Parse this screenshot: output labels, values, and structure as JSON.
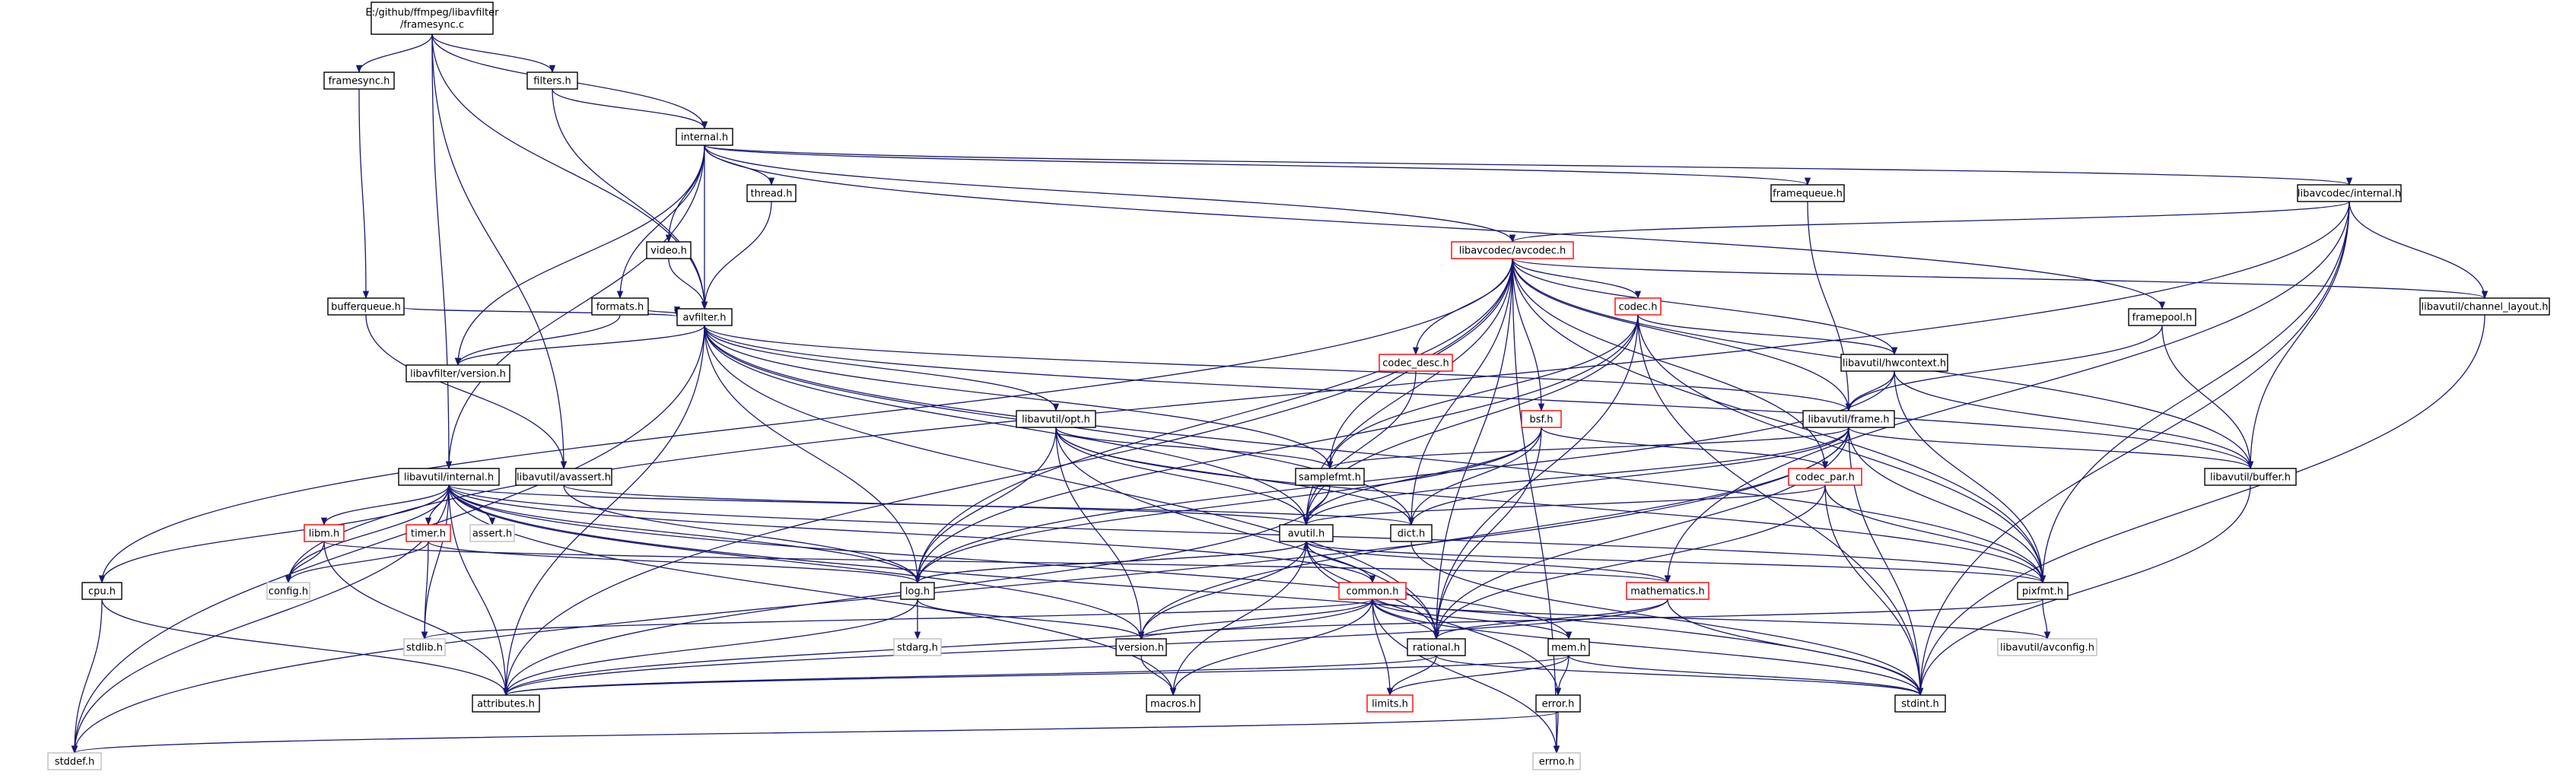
{
  "colors": {
    "edge": "#191970",
    "root_fill": "#bfbfbf",
    "box_border": "#000000",
    "linked_border": "#ff0000",
    "system_border": "#bfbfbf"
  },
  "nodes": [
    {
      "id": "root",
      "lines": [
        "E:/github/ffmpeg/libavfilter",
        "/framesync.c"
      ],
      "kind": "root"
    },
    {
      "id": "framesync_h",
      "lines": [
        "framesync.h"
      ],
      "kind": "normal"
    },
    {
      "id": "filters_h",
      "lines": [
        "filters.h"
      ],
      "kind": "normal"
    },
    {
      "id": "internal_h",
      "lines": [
        "internal.h"
      ],
      "kind": "normal"
    },
    {
      "id": "thread_h",
      "lines": [
        "thread.h"
      ],
      "kind": "normal"
    },
    {
      "id": "video_h",
      "lines": [
        "video.h"
      ],
      "kind": "normal"
    },
    {
      "id": "formats_h",
      "lines": [
        "formats.h"
      ],
      "kind": "normal"
    },
    {
      "id": "bufferqueue_h",
      "lines": [
        "bufferqueue.h"
      ],
      "kind": "normal"
    },
    {
      "id": "avfilter_h",
      "lines": [
        "avfilter.h"
      ],
      "kind": "normal"
    },
    {
      "id": "lavfi_version_h",
      "lines": [
        "libavfilter/version.h"
      ],
      "kind": "normal"
    },
    {
      "id": "framequeue_h",
      "lines": [
        "framequeue.h"
      ],
      "kind": "normal"
    },
    {
      "id": "lavc_internal_h",
      "lines": [
        "libavcodec/internal.h"
      ],
      "kind": "normal"
    },
    {
      "id": "avcodec_h",
      "lines": [
        "libavcodec/avcodec.h"
      ],
      "kind": "linked"
    },
    {
      "id": "channel_layout_h",
      "lines": [
        "libavutil/channel_layout.h"
      ],
      "kind": "normal"
    },
    {
      "id": "framepool_h",
      "lines": [
        "framepool.h"
      ],
      "kind": "normal"
    },
    {
      "id": "codec_h",
      "lines": [
        "codec.h"
      ],
      "kind": "linked"
    },
    {
      "id": "codec_desc_h",
      "lines": [
        "codec_desc.h"
      ],
      "kind": "linked"
    },
    {
      "id": "hwcontext_h",
      "lines": [
        "libavutil/hwcontext.h"
      ],
      "kind": "normal"
    },
    {
      "id": "frame_h",
      "lines": [
        "libavutil/frame.h"
      ],
      "kind": "normal"
    },
    {
      "id": "bsf_h",
      "lines": [
        "bsf.h"
      ],
      "kind": "linked"
    },
    {
      "id": "codec_par_h",
      "lines": [
        "codec_par.h"
      ],
      "kind": "linked"
    },
    {
      "id": "buffer_h",
      "lines": [
        "libavutil/buffer.h"
      ],
      "kind": "normal"
    },
    {
      "id": "opt_h",
      "lines": [
        "libavutil/opt.h"
      ],
      "kind": "normal"
    },
    {
      "id": "samplefmt_h",
      "lines": [
        "samplefmt.h"
      ],
      "kind": "normal"
    },
    {
      "id": "lavu_internal_h",
      "lines": [
        "libavutil/internal.h"
      ],
      "kind": "normal"
    },
    {
      "id": "avassert_h",
      "lines": [
        "libavutil/avassert.h"
      ],
      "kind": "normal"
    },
    {
      "id": "avutil_h",
      "lines": [
        "avutil.h"
      ],
      "kind": "normal"
    },
    {
      "id": "dict_h",
      "lines": [
        "dict.h"
      ],
      "kind": "normal"
    },
    {
      "id": "libm_h",
      "lines": [
        "libm.h"
      ],
      "kind": "linked"
    },
    {
      "id": "timer_h",
      "lines": [
        "timer.h"
      ],
      "kind": "linked"
    },
    {
      "id": "assert_h",
      "lines": [
        "assert.h"
      ],
      "kind": "system"
    },
    {
      "id": "config_h",
      "lines": [
        "config.h"
      ],
      "kind": "system"
    },
    {
      "id": "cpu_h",
      "lines": [
        "cpu.h"
      ],
      "kind": "normal"
    },
    {
      "id": "log_h",
      "lines": [
        "log.h"
      ],
      "kind": "normal"
    },
    {
      "id": "common_h",
      "lines": [
        "common.h"
      ],
      "kind": "linked"
    },
    {
      "id": "mathematics_h",
      "lines": [
        "mathematics.h"
      ],
      "kind": "linked"
    },
    {
      "id": "pixfmt_h",
      "lines": [
        "pixfmt.h"
      ],
      "kind": "normal"
    },
    {
      "id": "stdlib_h",
      "lines": [
        "stdlib.h"
      ],
      "kind": "system"
    },
    {
      "id": "stdarg_h",
      "lines": [
        "stdarg.h"
      ],
      "kind": "system"
    },
    {
      "id": "version_h",
      "lines": [
        "version.h"
      ],
      "kind": "normal"
    },
    {
      "id": "rational_h",
      "lines": [
        "rational.h"
      ],
      "kind": "normal"
    },
    {
      "id": "mem_h",
      "lines": [
        "mem.h"
      ],
      "kind": "normal"
    },
    {
      "id": "avconfig_h",
      "lines": [
        "libavutil/avconfig.h"
      ],
      "kind": "system"
    },
    {
      "id": "attributes_h",
      "lines": [
        "attributes.h"
      ],
      "kind": "normal"
    },
    {
      "id": "macros_h",
      "lines": [
        "macros.h"
      ],
      "kind": "normal"
    },
    {
      "id": "limits_h",
      "lines": [
        "limits.h"
      ],
      "kind": "linked"
    },
    {
      "id": "stdint_h",
      "lines": [
        "stdint.h"
      ],
      "kind": "normal"
    },
    {
      "id": "error_h",
      "lines": [
        "error.h"
      ],
      "kind": "normal"
    },
    {
      "id": "stddef_h",
      "lines": [
        "stddef.h"
      ],
      "kind": "system"
    },
    {
      "id": "errno_h",
      "lines": [
        "errno.h"
      ],
      "kind": "system"
    }
  ],
  "edges": [
    [
      "root",
      "framesync_h"
    ],
    [
      "root",
      "filters_h"
    ],
    [
      "root",
      "internal_h"
    ],
    [
      "root",
      "avfilter_h"
    ],
    [
      "root",
      "lavu_internal_h"
    ],
    [
      "root",
      "avassert_h"
    ],
    [
      "framesync_h",
      "bufferqueue_h"
    ],
    [
      "filters_h",
      "internal_h"
    ],
    [
      "filters_h",
      "avfilter_h"
    ],
    [
      "internal_h",
      "thread_h"
    ],
    [
      "internal_h",
      "video_h"
    ],
    [
      "internal_h",
      "formats_h"
    ],
    [
      "internal_h",
      "avfilter_h"
    ],
    [
      "internal_h",
      "lavfi_version_h"
    ],
    [
      "internal_h",
      "framequeue_h"
    ],
    [
      "internal_h",
      "lavc_internal_h"
    ],
    [
      "internal_h",
      "avcodec_h"
    ],
    [
      "internal_h",
      "framepool_h"
    ],
    [
      "internal_h",
      "lavu_internal_h"
    ],
    [
      "thread_h",
      "avfilter_h"
    ],
    [
      "video_h",
      "avfilter_h"
    ],
    [
      "formats_h",
      "avfilter_h"
    ],
    [
      "formats_h",
      "lavfi_version_h"
    ],
    [
      "bufferqueue_h",
      "avfilter_h"
    ],
    [
      "bufferqueue_h",
      "avassert_h"
    ],
    [
      "avfilter_h",
      "lavfi_version_h"
    ],
    [
      "avfilter_h",
      "opt_h"
    ],
    [
      "avfilter_h",
      "attributes_h"
    ],
    [
      "avfilter_h",
      "avutil_h"
    ],
    [
      "avfilter_h",
      "buffer_h"
    ],
    [
      "avfilter_h",
      "dict_h"
    ],
    [
      "avfilter_h",
      "frame_h"
    ],
    [
      "avfilter_h",
      "log_h"
    ],
    [
      "avfilter_h",
      "samplefmt_h"
    ],
    [
      "avfilter_h",
      "pixfmt_h"
    ],
    [
      "avfilter_h",
      "rational_h"
    ],
    [
      "avfilter_h",
      "stddef_h"
    ],
    [
      "framequeue_h",
      "frame_h"
    ],
    [
      "lavc_internal_h",
      "avcodec_h"
    ],
    [
      "lavc_internal_h",
      "channel_layout_h"
    ],
    [
      "lavc_internal_h",
      "buffer_h"
    ],
    [
      "lavc_internal_h",
      "pixfmt_h"
    ],
    [
      "lavc_internal_h",
      "mathematics_h"
    ],
    [
      "lavc_internal_h",
      "stdint_h"
    ],
    [
      "lavc_internal_h",
      "config_h"
    ],
    [
      "avcodec_h",
      "channel_layout_h"
    ],
    [
      "avcodec_h",
      "codec_h"
    ],
    [
      "avcodec_h",
      "codec_desc_h"
    ],
    [
      "avcodec_h",
      "hwcontext_h"
    ],
    [
      "avcodec_h",
      "frame_h"
    ],
    [
      "avcodec_h",
      "bsf_h"
    ],
    [
      "avcodec_h",
      "codec_par_h"
    ],
    [
      "avcodec_h",
      "buffer_h"
    ],
    [
      "avcodec_h",
      "samplefmt_h"
    ],
    [
      "avcodec_h",
      "avutil_h"
    ],
    [
      "avcodec_h",
      "dict_h"
    ],
    [
      "avcodec_h",
      "log_h"
    ],
    [
      "avcodec_h",
      "pixfmt_h"
    ],
    [
      "avcodec_h",
      "rational_h"
    ],
    [
      "avcodec_h",
      "attributes_h"
    ],
    [
      "avcodec_h",
      "cpu_h"
    ],
    [
      "avcodec_h",
      "errno_h"
    ],
    [
      "codec_h",
      "hwcontext_h"
    ],
    [
      "codec_h",
      "log_h"
    ],
    [
      "codec_h",
      "samplefmt_h"
    ],
    [
      "codec_h",
      "avutil_h"
    ],
    [
      "codec_h",
      "pixfmt_h"
    ],
    [
      "codec_h",
      "rational_h"
    ],
    [
      "codec_h",
      "stdint_h"
    ],
    [
      "codec_desc_h",
      "avutil_h"
    ],
    [
      "hwcontext_h",
      "buffer_h"
    ],
    [
      "hwcontext_h",
      "frame_h"
    ],
    [
      "hwcontext_h",
      "log_h"
    ],
    [
      "hwcontext_h",
      "pixfmt_h"
    ],
    [
      "framepool_h",
      "buffer_h"
    ],
    [
      "framepool_h",
      "frame_h"
    ],
    [
      "frame_h",
      "buffer_h"
    ],
    [
      "frame_h",
      "avutil_h"
    ],
    [
      "frame_h",
      "dict_h"
    ],
    [
      "frame_h",
      "rational_h"
    ],
    [
      "frame_h",
      "samplefmt_h"
    ],
    [
      "frame_h",
      "pixfmt_h"
    ],
    [
      "frame_h",
      "version_h"
    ],
    [
      "frame_h",
      "stddef_h"
    ],
    [
      "frame_h",
      "stdint_h"
    ],
    [
      "bsf_h",
      "codec_par_h"
    ],
    [
      "bsf_h",
      "dict_h"
    ],
    [
      "bsf_h",
      "log_h"
    ],
    [
      "bsf_h",
      "rational_h"
    ],
    [
      "bsf_h",
      "avutil_h"
    ],
    [
      "codec_par_h",
      "avutil_h"
    ],
    [
      "codec_par_h",
      "rational_h"
    ],
    [
      "codec_par_h",
      "pixfmt_h"
    ],
    [
      "codec_par_h",
      "stdint_h"
    ],
    [
      "channel_layout_h",
      "stdint_h"
    ],
    [
      "buffer_h",
      "stdint_h"
    ],
    [
      "opt_h",
      "rational_h"
    ],
    [
      "opt_h",
      "avutil_h"
    ],
    [
      "opt_h",
      "dict_h"
    ],
    [
      "opt_h",
      "log_h"
    ],
    [
      "opt_h",
      "pixfmt_h"
    ],
    [
      "opt_h",
      "samplefmt_h"
    ],
    [
      "opt_h",
      "version_h"
    ],
    [
      "samplefmt_h",
      "avutil_h"
    ],
    [
      "samplefmt_h",
      "attributes_h"
    ],
    [
      "lavu_internal_h",
      "config_h"
    ],
    [
      "lavu_internal_h",
      "assert_h"
    ],
    [
      "lavu_internal_h",
      "libm_h"
    ],
    [
      "lavu_internal_h",
      "timer_h"
    ],
    [
      "lavu_internal_h",
      "cpu_h"
    ],
    [
      "lavu_internal_h",
      "attributes_h"
    ],
    [
      "lavu_internal_h",
      "stddef_h"
    ],
    [
      "lavu_internal_h",
      "stdint_h"
    ],
    [
      "lavu_internal_h",
      "stdlib_h"
    ],
    [
      "lavu_internal_h",
      "log_h"
    ],
    [
      "lavu_internal_h",
      "mem_h"
    ],
    [
      "lavu_internal_h",
      "version_h"
    ],
    [
      "lavu_internal_h",
      "macros_h"
    ],
    [
      "lavu_internal_h",
      "dict_h"
    ],
    [
      "lavu_internal_h",
      "pixfmt_h"
    ],
    [
      "lavu_internal_h",
      "common_h"
    ],
    [
      "avassert_h",
      "avutil_h"
    ],
    [
      "avassert_h",
      "log_h"
    ],
    [
      "libm_h",
      "config_h"
    ],
    [
      "libm_h",
      "attributes_h"
    ],
    [
      "libm_h",
      "mathematics_h"
    ],
    [
      "timer_h",
      "config_h"
    ],
    [
      "timer_h",
      "stdlib_h"
    ],
    [
      "timer_h",
      "log_h"
    ],
    [
      "avutil_h",
      "common_h"
    ],
    [
      "avutil_h",
      "rational_h"
    ],
    [
      "avutil_h",
      "version_h"
    ],
    [
      "avutil_h",
      "macros_h"
    ],
    [
      "avutil_h",
      "mathematics_h"
    ],
    [
      "avutil_h",
      "log_h"
    ],
    [
      "avutil_h",
      "pixfmt_h"
    ],
    [
      "avutil_h",
      "error_h"
    ],
    [
      "dict_h",
      "stdint_h"
    ],
    [
      "cpu_h",
      "attributes_h"
    ],
    [
      "cpu_h",
      "stddef_h"
    ],
    [
      "log_h",
      "stdarg_h"
    ],
    [
      "log_h",
      "avutil_h"
    ],
    [
      "log_h",
      "attributes_h"
    ],
    [
      "log_h",
      "version_h"
    ],
    [
      "common_h",
      "errno_h"
    ],
    [
      "common_h",
      "limits_h"
    ],
    [
      "common_h",
      "attributes_h"
    ],
    [
      "common_h",
      "macros_h"
    ],
    [
      "common_h",
      "version_h"
    ],
    [
      "common_h",
      "stdint_h"
    ],
    [
      "common_h",
      "stdlib_h"
    ],
    [
      "common_h",
      "mem_h"
    ],
    [
      "common_h",
      "rational_h"
    ],
    [
      "common_h",
      "avconfig_h"
    ],
    [
      "mathematics_h",
      "stdint_h"
    ],
    [
      "mathematics_h",
      "attributes_h"
    ],
    [
      "mathematics_h",
      "rational_h"
    ],
    [
      "pixfmt_h",
      "avconfig_h"
    ],
    [
      "pixfmt_h",
      "version_h"
    ],
    [
      "version_h",
      "macros_h"
    ],
    [
      "rational_h",
      "stdint_h"
    ],
    [
      "rational_h",
      "limits_h"
    ],
    [
      "rational_h",
      "attributes_h"
    ],
    [
      "mem_h",
      "error_h"
    ],
    [
      "mem_h",
      "limits_h"
    ],
    [
      "mem_h",
      "attributes_h"
    ],
    [
      "mem_h",
      "stdint_h"
    ],
    [
      "error_h",
      "errno_h"
    ],
    [
      "error_h",
      "stddef_h"
    ]
  ]
}
